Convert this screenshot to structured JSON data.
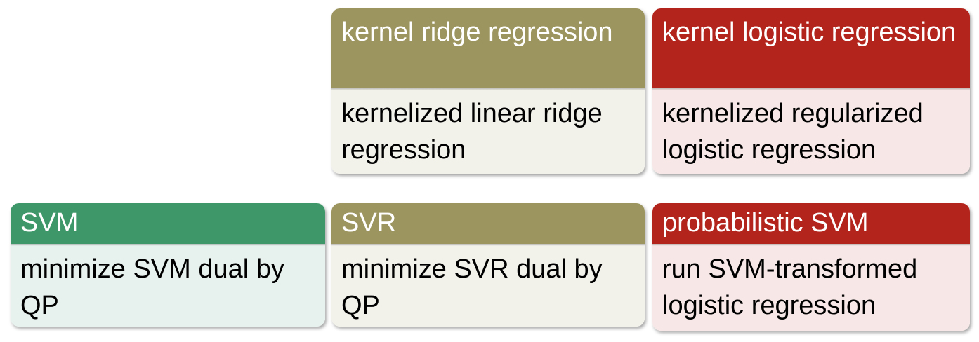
{
  "boxes": {
    "kernel_ridge_regression": {
      "title": "kernel ridge regression",
      "body": "kernelized linear ridge regression",
      "header_color": "#9c955f",
      "body_color": "#f2f1ea"
    },
    "kernel_logistic_regression": {
      "title": "kernel logistic regression",
      "body": "kernelized regularized logistic regression",
      "header_color": "#b3241c",
      "body_color": "#f7e8e7"
    },
    "svm": {
      "title": "SVM",
      "body": "minimize SVM dual by QP",
      "header_color": "#3e9769",
      "body_color": "#e7f1ed"
    },
    "svr": {
      "title": "SVR",
      "body": "minimize SVR dual by QP",
      "header_color": "#9c955f",
      "body_color": "#f2f1ea"
    },
    "probabilistic_svm": {
      "title": "probabilistic SVM",
      "body": "run SVM-transformed logistic regression",
      "header_color": "#b3241c",
      "body_color": "#f7e8e7"
    }
  }
}
